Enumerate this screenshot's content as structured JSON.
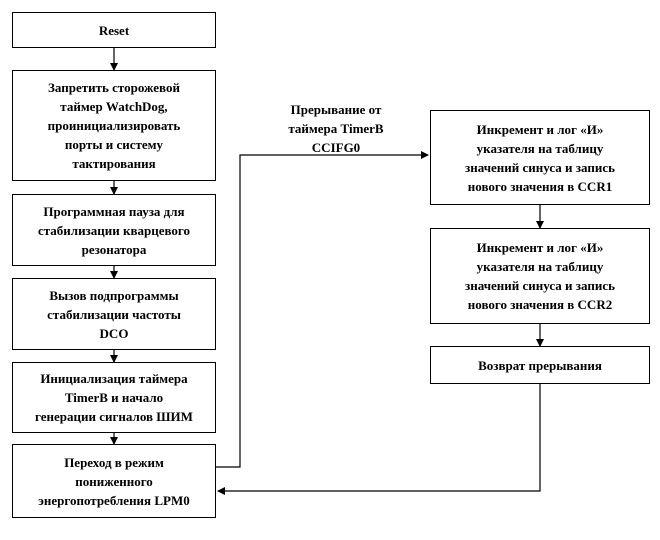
{
  "left_column": {
    "reset": "Reset",
    "disable_watchdog": [
      "Запретить сторожевой",
      "таймер WatchDog,",
      "проинициализировать",
      "порты и систему",
      "тактирования"
    ],
    "pause": [
      "Программная пауза для",
      "стабилизации кварцевого",
      "резонатора"
    ],
    "dco_call": [
      "Вызов подпрограммы",
      "стабилизации частоты",
      "DCO"
    ],
    "timer_init": [
      "Инициализация таймера",
      "TimerB и начало",
      "генерации сигналов ШИМ"
    ],
    "lpm0": [
      "Переход в режим",
      "пониженного",
      "энергопотребления LPM0"
    ]
  },
  "interrupt_label": [
    "Прерывание от",
    "таймера TimerB",
    "CCIFG0"
  ],
  "right_column": {
    "ccr1": [
      "Инкремент и лог «И»",
      "указателя на таблицу",
      "значений синуса и запись",
      "нового значения в CCR1"
    ],
    "ccr2": [
      "Инкремент и лог «И»",
      "указателя на таблицу",
      "значений синуса и запись",
      "нового значения в CCR2"
    ],
    "return": "Возврат прерывания"
  }
}
